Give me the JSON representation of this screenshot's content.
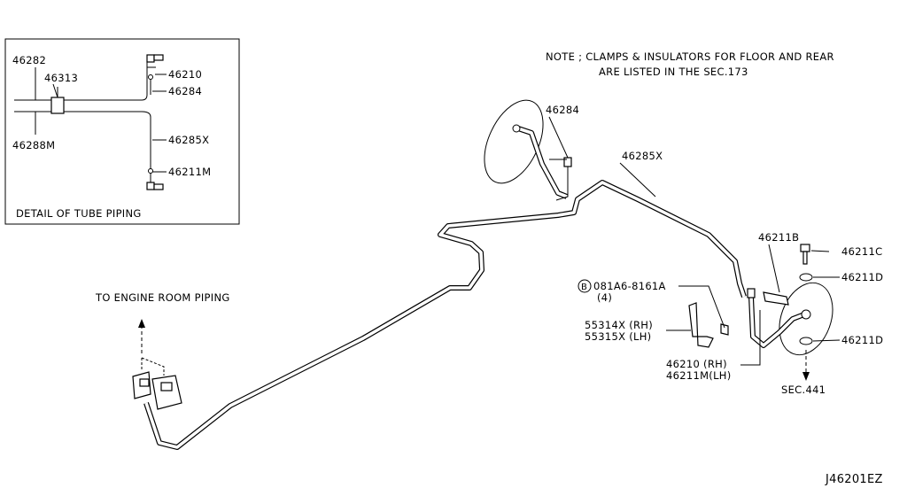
{
  "detail": {
    "caption": "DETAIL OF TUBE PIPING",
    "labels": {
      "p46282": "46282",
      "p46313": "46313",
      "p46288M": "46288M",
      "p46210": "46210",
      "p46284": "46284",
      "p46285X": "46285X",
      "p46211M": "46211M"
    }
  },
  "note": {
    "line1": "NOTE ; CLAMPS & INSULATORS FOR FLOOR AND REAR",
    "line2": "ARE LISTED IN THE SEC.173"
  },
  "labels": {
    "engine_room": "TO ENGINE ROOM PIPING",
    "p46284": "46284",
    "p46285X": "46285X",
    "p46211B": "46211B",
    "p46211C": "46211C",
    "p46211D_top": "46211D",
    "p46211D_bot": "46211D",
    "bolt_code": "081A6-8161A",
    "bolt_marker": "B",
    "bolt_qty": "(4)",
    "bracket_rh": "55314X (RH)",
    "bracket_lh": "55315X (LH)",
    "hose_rh": "46210  (RH)",
    "hose_lh": "46211M(LH)",
    "sec441": "SEC.441",
    "diagram_code": "J46201EZ"
  }
}
